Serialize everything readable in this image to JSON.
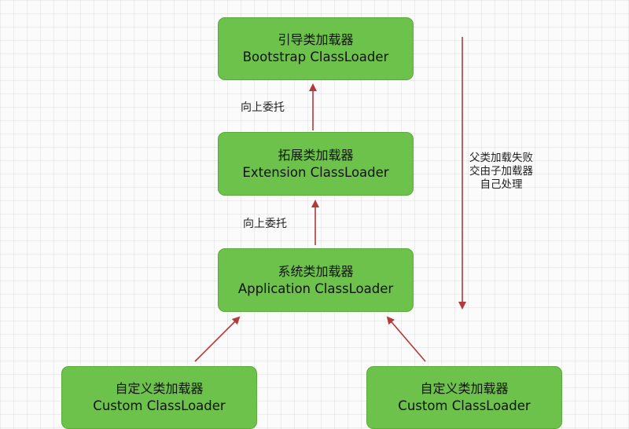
{
  "nodes": {
    "bootstrap": {
      "zh": "引导类加载器",
      "en": "Bootstrap ClassLoader"
    },
    "extension": {
      "zh": "拓展类加载器",
      "en": "Extension ClassLoader"
    },
    "application": {
      "zh": "系统类加载器",
      "en": "Application ClassLoader"
    },
    "custom_left": {
      "zh": "自定义类加载器",
      "en": "Custom ClassLoader"
    },
    "custom_right": {
      "zh": "自定义类加载器",
      "en": "Custom ClassLoader"
    }
  },
  "edges": {
    "ext_to_boot_label": "向上委托",
    "app_to_ext_label": "向上委托"
  },
  "side_note": {
    "lines": [
      "父类加载失败",
      "交由子加载器",
      "自己处理"
    ]
  },
  "colors": {
    "node_fill": "#6cc24a",
    "node_border": "#5aab3b",
    "arrow": "#b23a3a",
    "grid_background": "#fbfbfb"
  }
}
